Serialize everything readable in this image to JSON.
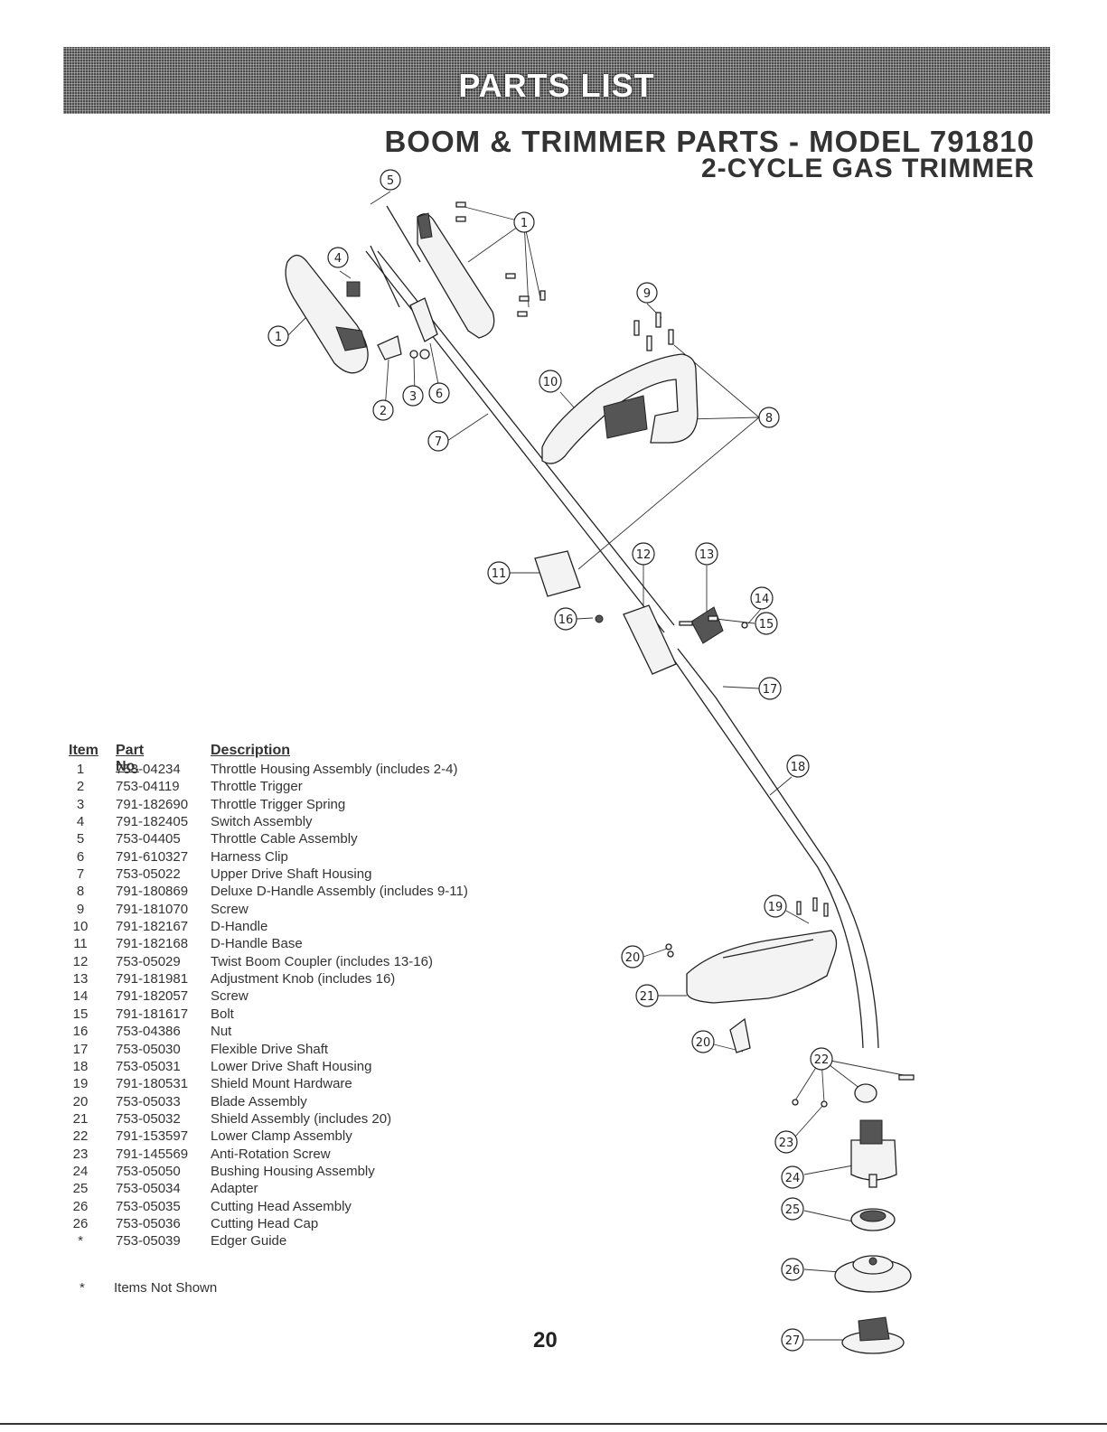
{
  "banner": {
    "title": "PARTS LIST"
  },
  "heading": {
    "line1": "BOOM & TRIMMER PARTS - MODEL 791810",
    "line2": "2-CYCLE GAS TRIMMER"
  },
  "table": {
    "headers": {
      "item": "Item",
      "part_no": "Part No.",
      "description": "Description"
    },
    "rows": [
      {
        "item": "1",
        "part_no": "753-04234",
        "description": "Throttle Housing Assembly (includes 2-4)"
      },
      {
        "item": "2",
        "part_no": "753-04119",
        "description": "Throttle Trigger"
      },
      {
        "item": "3",
        "part_no": "791-182690",
        "description": "Throttle Trigger Spring"
      },
      {
        "item": "4",
        "part_no": "791-182405",
        "description": "Switch Assembly"
      },
      {
        "item": "5",
        "part_no": "753-04405",
        "description": "Throttle Cable Assembly"
      },
      {
        "item": "6",
        "part_no": "791-610327",
        "description": "Harness Clip"
      },
      {
        "item": "7",
        "part_no": "753-05022",
        "description": "Upper Drive Shaft Housing"
      },
      {
        "item": "8",
        "part_no": "791-180869",
        "description": "Deluxe D-Handle Assembly (includes 9-11)"
      },
      {
        "item": "9",
        "part_no": "791-181070",
        "description": "Screw"
      },
      {
        "item": "10",
        "part_no": "791-182167",
        "description": "D-Handle"
      },
      {
        "item": "11",
        "part_no": "791-182168",
        "description": "D-Handle Base"
      },
      {
        "item": "12",
        "part_no": "753-05029",
        "description": "Twist Boom Coupler (includes 13-16)"
      },
      {
        "item": "13",
        "part_no": "791-181981",
        "description": "Adjustment Knob (includes 16)"
      },
      {
        "item": "14",
        "part_no": "791-182057",
        "description": "Screw"
      },
      {
        "item": "15",
        "part_no": "791-181617",
        "description": "Bolt"
      },
      {
        "item": "16",
        "part_no": "753-04386",
        "description": "Nut"
      },
      {
        "item": "17",
        "part_no": "753-05030",
        "description": "Flexible Drive Shaft"
      },
      {
        "item": "18",
        "part_no": "753-05031",
        "description": "Lower Drive Shaft Housing"
      },
      {
        "item": "19",
        "part_no": "791-180531",
        "description": "Shield Mount Hardware"
      },
      {
        "item": "20",
        "part_no": "753-05033",
        "description": "Blade Assembly"
      },
      {
        "item": "21",
        "part_no": "753-05032",
        "description": "Shield Assembly (includes 20)"
      },
      {
        "item": "22",
        "part_no": "791-153597",
        "description": "Lower Clamp Assembly"
      },
      {
        "item": "23",
        "part_no": "791-145569",
        "description": "Anti-Rotation Screw"
      },
      {
        "item": "24",
        "part_no": "753-05050",
        "description": "Bushing Housing Assembly"
      },
      {
        "item": "25",
        "part_no": "753-05034",
        "description": "Adapter"
      },
      {
        "item": "26",
        "part_no": "753-05035",
        "description": "Cutting Head Assembly"
      },
      {
        "item": "26",
        "part_no": "753-05036",
        "description": "Cutting Head Cap"
      },
      {
        "item": "*",
        "part_no": "753-05039",
        "description": "Edger Guide"
      }
    ]
  },
  "footnote": {
    "marker": "*",
    "text": "Items Not Shown"
  },
  "page_number": "20",
  "diagram": {
    "callouts": [
      "1",
      "1",
      "2",
      "3",
      "4",
      "5",
      "6",
      "7",
      "8",
      "9",
      "10",
      "11",
      "12",
      "13",
      "14",
      "15",
      "16",
      "17",
      "18",
      "19",
      "20",
      "20",
      "21",
      "22",
      "23",
      "24",
      "25",
      "26",
      "27"
    ]
  }
}
